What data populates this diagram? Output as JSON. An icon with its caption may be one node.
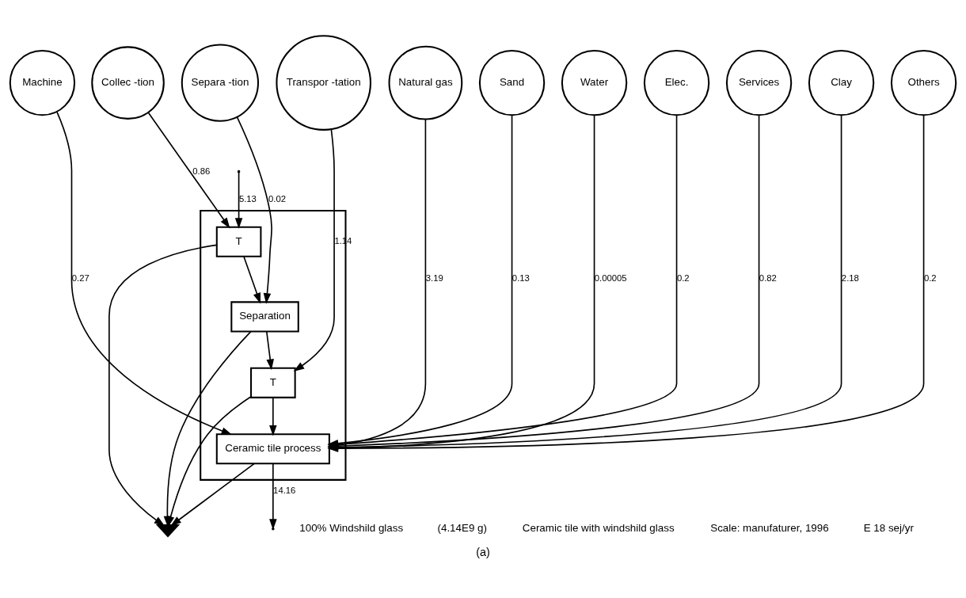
{
  "diagram": {
    "caption": "(a)",
    "nodes": [
      {
        "text": [
          "Clay"
        ]
      },
      {
        "text": [
          "Others"
        ]
      },
      {
        "text": [
          "Transpor -tation"
        ]
      },
      {
        "text": [
          "Natural gas"
        ]
      },
      {
        "text": [
          "Separa -tion"
        ]
      },
      {
        "text": [
          "Collec -tion"
        ]
      },
      {
        "text": [
          "Sand"
        ]
      },
      {
        "text": [
          "Water"
        ]
      },
      {
        "text": [
          "Elec."
        ]
      },
      {
        "text": [
          "Machine"
        ]
      },
      {
        "text": [
          "Services"
        ]
      },
      {
        "text": [],
        "shape": "box"
      },
      {
        "text": [
          "Separation"
        ],
        "in": 11
      },
      {
        "text": [
          "T"
        ],
        "in": 11
      },
      {
        "text": [
          "T"
        ],
        "in": 11
      },
      {
        "text": [
          "Ceramic tile process"
        ],
        "in": 11
      },
      {
        "text": [],
        "shape": "ground"
      }
    ],
    "edges": [
      {
        "from": 0,
        "to": 15,
        "arrow": "to",
        "label": "2.18"
      },
      {
        "from": 1,
        "to": 15,
        "arrow": "to",
        "label": "0.2"
      },
      {
        "from": 2,
        "to": 14,
        "arrow": "to",
        "label": "1.14"
      },
      {
        "from": 3,
        "to": 15,
        "arrow": "to",
        "label": "3.19"
      },
      {
        "from": 4,
        "to": 12,
        "arrow": "to",
        "label": "0.02"
      },
      {
        "from": 5,
        "to": 13,
        "arrow": "to",
        "label": "0.86"
      },
      {
        "from": null,
        "to": 13,
        "arrow": "to",
        "label": "5.13"
      },
      {
        "from": 13,
        "to": 12,
        "arrow": "to"
      },
      {
        "from": 12,
        "to": 14,
        "arrow": "to"
      },
      {
        "from": 6,
        "to": 15,
        "arrow": "to",
        "label": "0.13"
      },
      {
        "from": 7,
        "to": 15,
        "arrow": "to",
        "label": "0.00005"
      },
      {
        "from": 8,
        "to": 15,
        "arrow": "to",
        "label": "0.2"
      },
      {
        "from": 9,
        "to": 15,
        "arrow": "to",
        "label": "0.27"
      },
      {
        "from": 10,
        "to": 15,
        "arrow": "to",
        "label": "0.82"
      },
      {
        "from": 14,
        "to": 15,
        "arrow": "to"
      },
      {
        "from": 15,
        "to": null,
        "arrow": "to",
        "label": "14.16"
      },
      {
        "from": 13,
        "to": 16,
        "arrow": "to"
      },
      {
        "from": 12,
        "to": 16,
        "arrow": "to"
      },
      {
        "from": 14,
        "to": 16,
        "arrow": "to"
      },
      {
        "from": 15,
        "to": 16,
        "arrow": "to"
      }
    ],
    "labels": [
      "100% Windshild glass",
      "(4.14E9 g)",
      "Ceramic tile with windshild glass",
      "Scale: manufaturer, 1996",
      "E 18 sej/yr"
    ]
  }
}
